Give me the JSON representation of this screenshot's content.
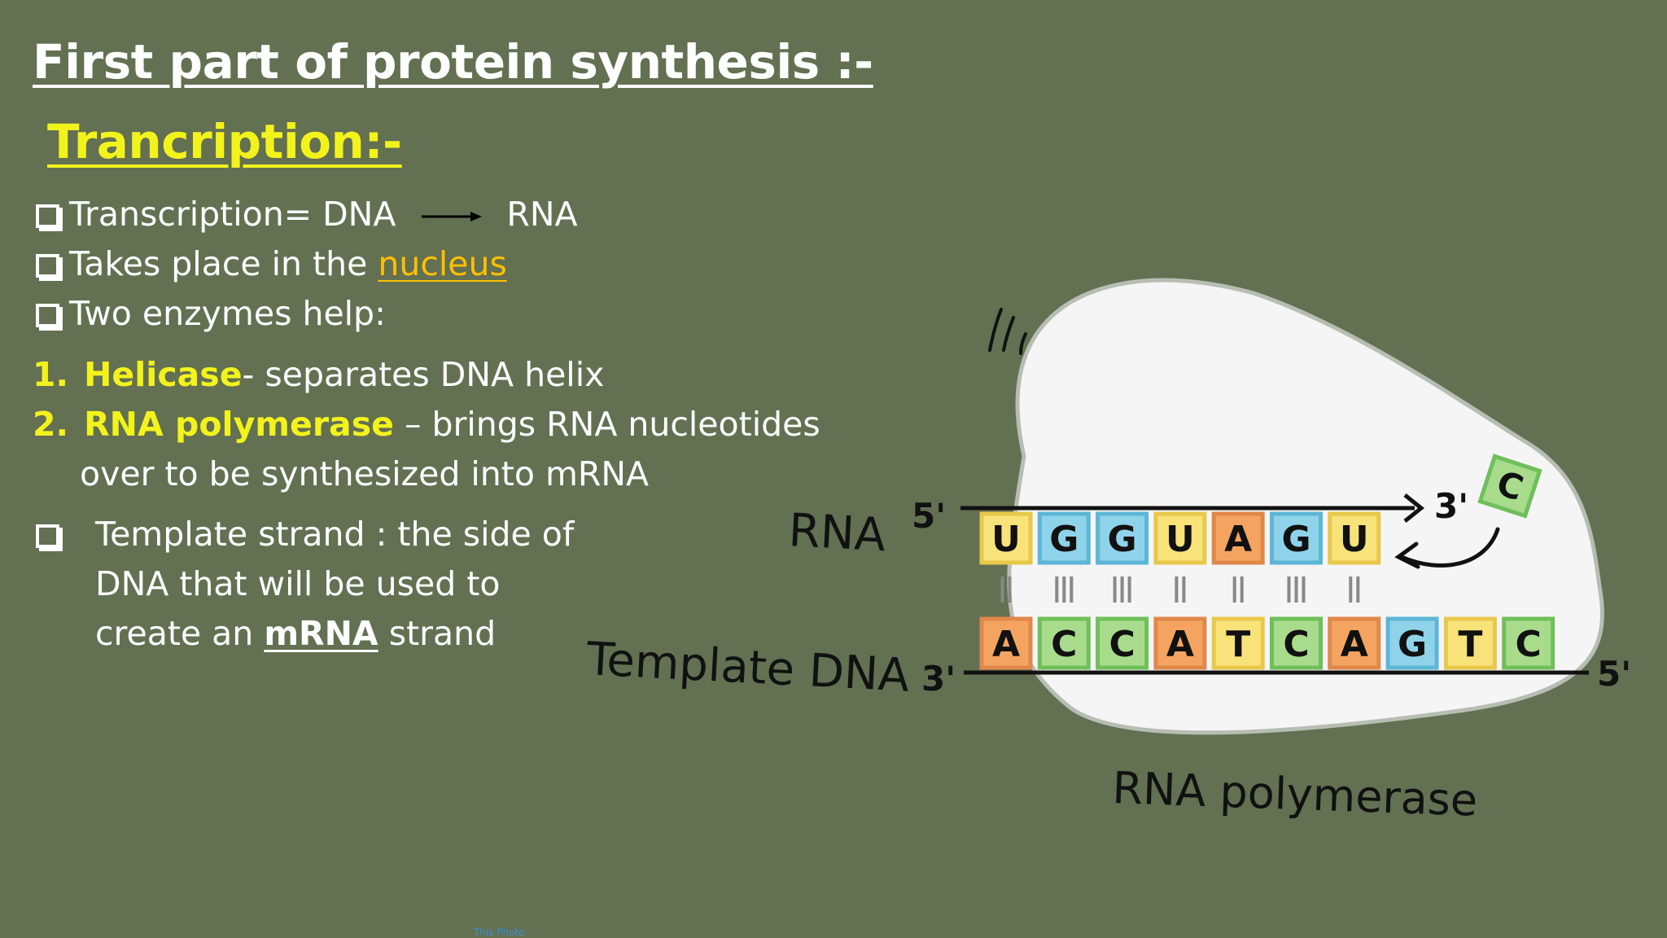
{
  "slide": {
    "title": "First part of protein synthesis :-",
    "subtitle": "Trancription:-",
    "bullets": [
      {
        "before": "Transcription= DNA",
        "after": "RNA"
      },
      {
        "before": "Takes place in the ",
        "highlight": "nucleus"
      },
      {
        "text": "Two enzymes help:"
      }
    ],
    "enzymes": [
      {
        "number": "1.",
        "name": "Helicase",
        "desc": "- separates DNA helix"
      },
      {
        "number": "2.",
        "name": "RNA polymerase",
        "desc": " – brings  RNA nucleotides",
        "desc2": "over to be synthesized into mRNA"
      }
    ],
    "template_bullet": {
      "line1": "Template strand : the side of",
      "line2": "DNA that will be used to",
      "line3_before": "create an ",
      "line3_bold": "mRNA",
      "line3_after": " strand"
    },
    "credit": "This Photo"
  },
  "diagram": {
    "rna_label": "RNA",
    "template_label": "Template DNA",
    "enzyme_label": "RNA polymerase",
    "rna_five_prime": "5'",
    "rna_three_prime": "3'",
    "dna_three_prime": "3'",
    "dna_five_prime": "5'",
    "incoming_nucleotide": "C",
    "rna_bases": [
      "U",
      "G",
      "G",
      "U",
      "A",
      "G",
      "U"
    ],
    "dna_bases": [
      "A",
      "C",
      "C",
      "A",
      "T",
      "C",
      "A",
      "G",
      "T",
      "C"
    ],
    "bond_counts": [
      2,
      3,
      3,
      2,
      2,
      3,
      2
    ],
    "base_colors": {
      "A": "#f4a460",
      "C": "#a8dc8c",
      "G": "#8fd3ea",
      "T": "#f8e27a",
      "U": "#f8e27a"
    },
    "blob_fill": "#f5f5f5"
  }
}
